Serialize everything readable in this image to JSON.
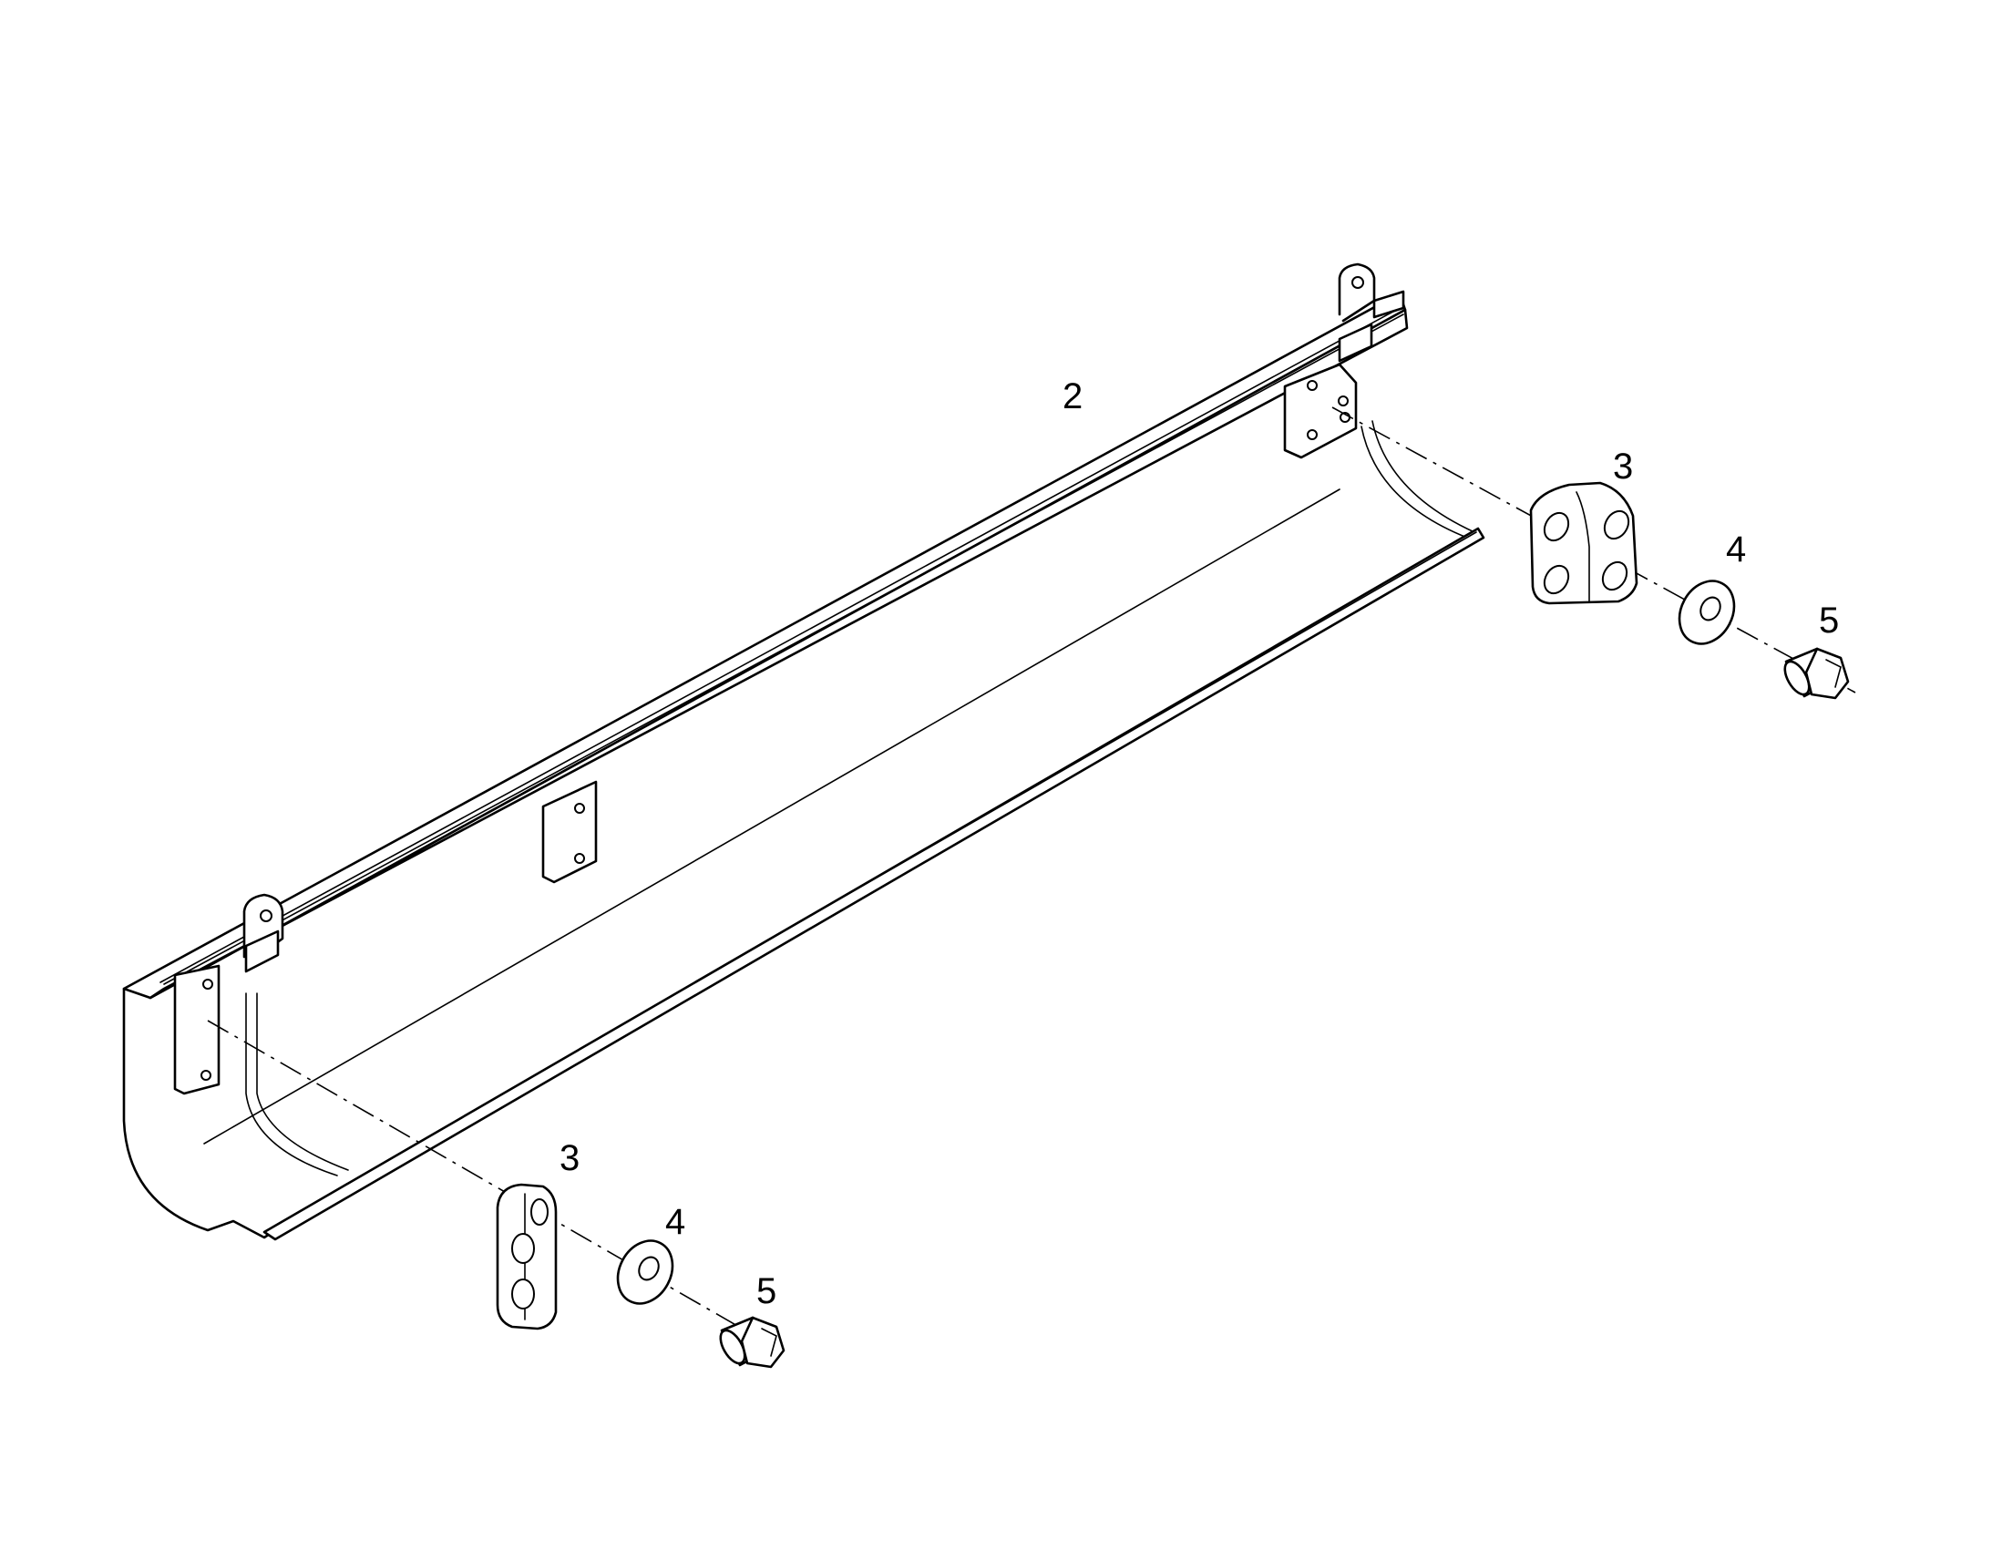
{
  "diagram": {
    "callouts": [
      {
        "id": "2",
        "label": "2"
      },
      {
        "id": "3a",
        "label": "3"
      },
      {
        "id": "4a",
        "label": "4"
      },
      {
        "id": "5a",
        "label": "5"
      },
      {
        "id": "3b",
        "label": "3"
      },
      {
        "id": "4b",
        "label": "4"
      },
      {
        "id": "5b",
        "label": "5"
      }
    ],
    "colors": {
      "line": "#000000",
      "background": "#ffffff"
    }
  }
}
